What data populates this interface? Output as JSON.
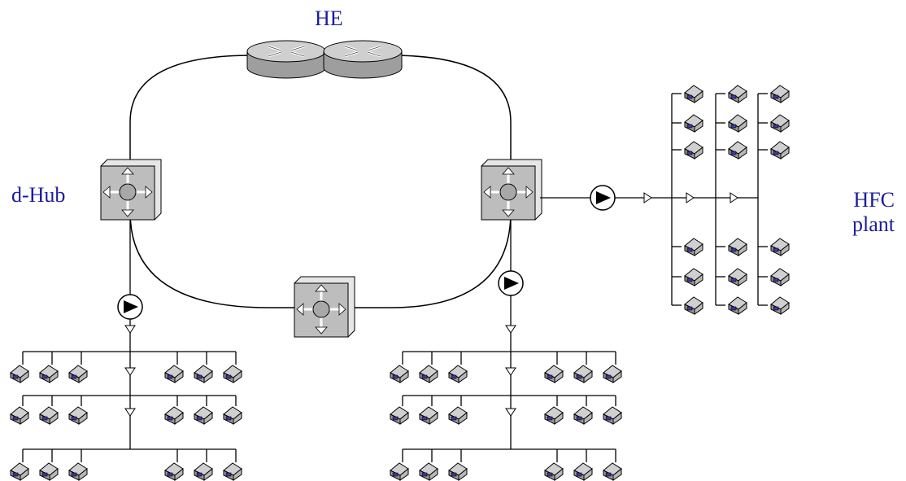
{
  "labels": {
    "head_end": "HE",
    "distribution_hub": "d-Hub",
    "hfc_line1": "HFC",
    "hfc_line2": "plant"
  },
  "colors": {
    "label_text": "#1c1c9c",
    "line": "#000000",
    "device_fill": "#c0c0c0",
    "house_screen": "#3a3aa0"
  },
  "icons": [
    "router-icon",
    "switch-icon",
    "amplifier-icon",
    "tap-icon",
    "house-icon"
  ]
}
